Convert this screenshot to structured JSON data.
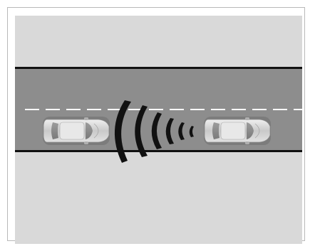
{
  "diagram": {
    "type": "adaptive-cruise-control-illustration",
    "colors": {
      "background": "#d9d9d9",
      "road": "#8d8d8d",
      "road_edge": "#111111",
      "lane_marking": "#ffffff",
      "signal_arcs": "#111111",
      "car_body": "#c8c8c8"
    },
    "road": {
      "lane_marking_style": "dashed"
    },
    "vehicles": [
      {
        "role": "following-vehicle",
        "direction": "right"
      },
      {
        "role": "lead-vehicle",
        "direction": "right"
      }
    ],
    "signal": {
      "icon": "radar-wave-icon",
      "arc_count": 6,
      "direction": "forward"
    }
  }
}
